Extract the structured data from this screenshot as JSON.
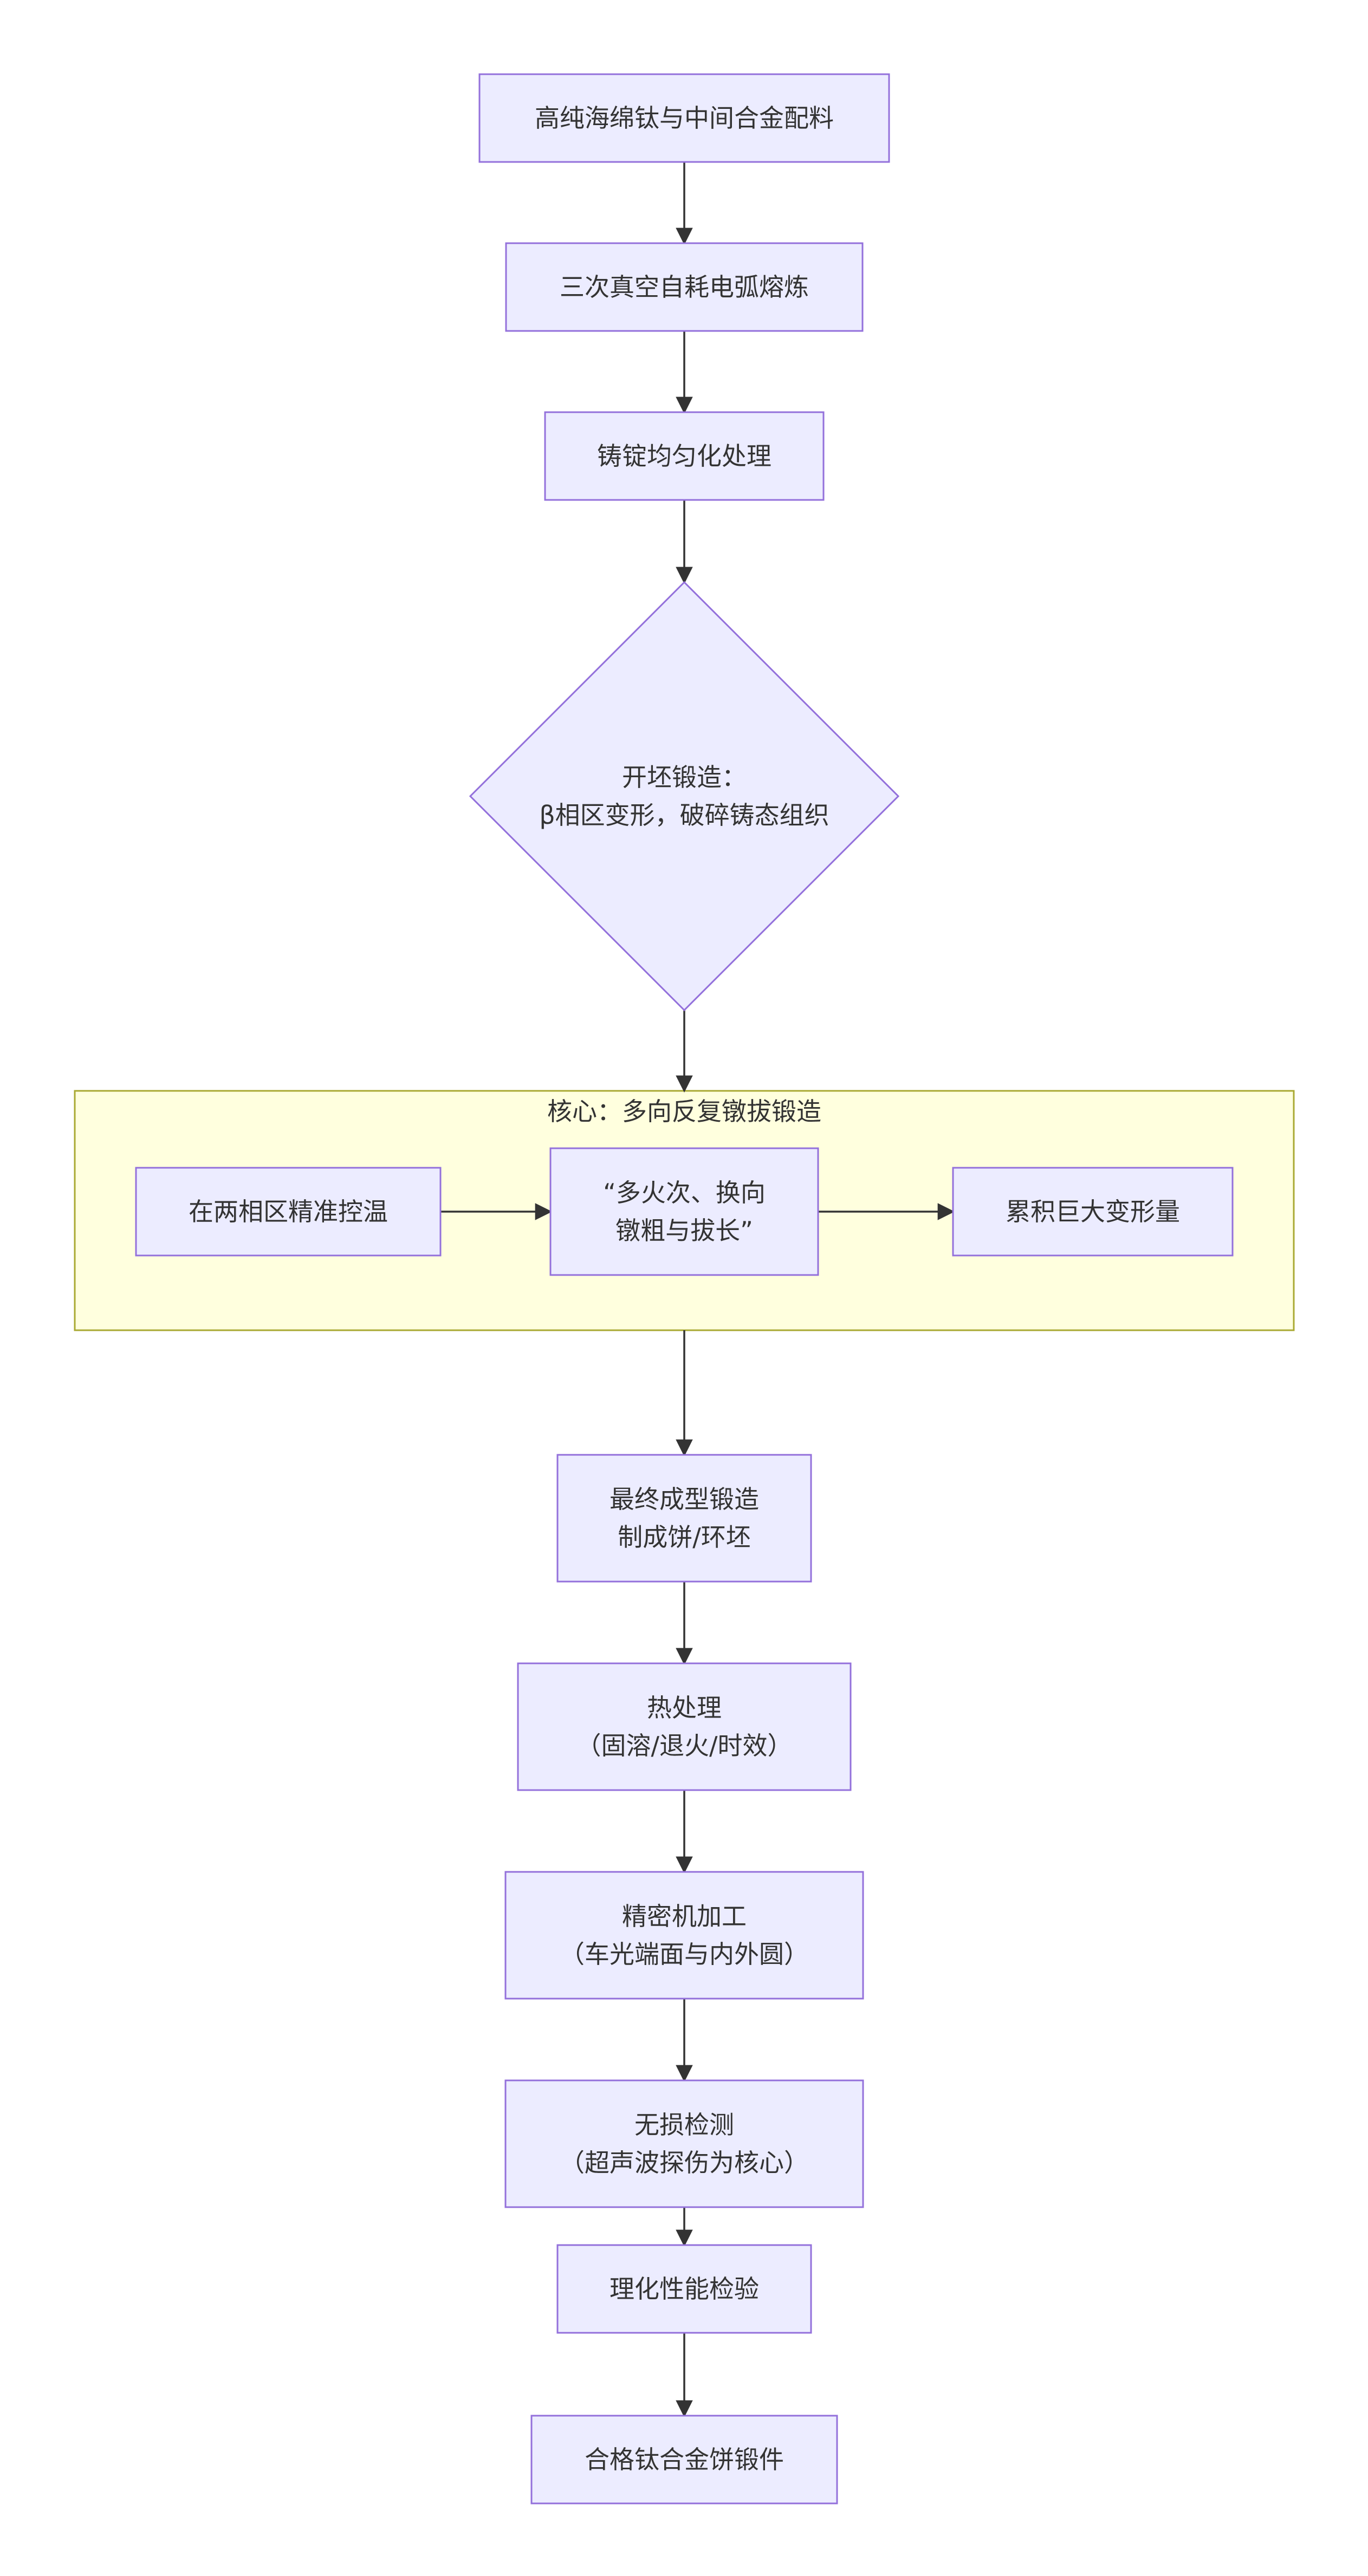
{
  "colors": {
    "node_fill": "#ECECFF",
    "node_stroke": "#9370DB",
    "cluster_fill": "#FFFFDE",
    "cluster_stroke": "#AAAA33",
    "edge": "#333333",
    "text": "#333333"
  },
  "nodes": {
    "n1": {
      "lines": [
        "高纯海绵钛与中间合金配料"
      ]
    },
    "n2": {
      "lines": [
        "三次真空自耗电弧熔炼"
      ]
    },
    "n3": {
      "lines": [
        "铸锭均匀化处理"
      ]
    },
    "n4": {
      "lines": [
        "开坯锻造：",
        "β相区变形，破碎铸态组织"
      ]
    },
    "n5": {
      "lines": [
        "在两相区精准控温"
      ]
    },
    "n6": {
      "lines": [
        "“多火次、换向",
        "镦粗与拔长”"
      ]
    },
    "n7": {
      "lines": [
        "累积巨大变形量"
      ]
    },
    "n8": {
      "lines": [
        "最终成型锻造",
        "制成饼/环坯"
      ]
    },
    "n9": {
      "lines": [
        "热处理",
        "（固溶/退火/时效）"
      ]
    },
    "n10": {
      "lines": [
        "精密机加工",
        "（车光端面与内外圆）"
      ]
    },
    "n11": {
      "lines": [
        "无损检测",
        "（超声波探伤为核心）"
      ]
    },
    "n12": {
      "lines": [
        "理化性能检验"
      ]
    },
    "n13": {
      "lines": [
        "合格钛合金饼锻件"
      ]
    }
  },
  "cluster": {
    "label": "核心：多向反复镦拔锻造"
  },
  "edges": [
    [
      "n1",
      "n2"
    ],
    [
      "n2",
      "n3"
    ],
    [
      "n3",
      "n4"
    ],
    [
      "n4",
      "cluster"
    ],
    [
      "n5",
      "n6"
    ],
    [
      "n6",
      "n7"
    ],
    [
      "cluster",
      "n8"
    ],
    [
      "n8",
      "n9"
    ],
    [
      "n9",
      "n10"
    ],
    [
      "n10",
      "n11"
    ],
    [
      "n11",
      "n12"
    ],
    [
      "n12",
      "n13"
    ]
  ]
}
